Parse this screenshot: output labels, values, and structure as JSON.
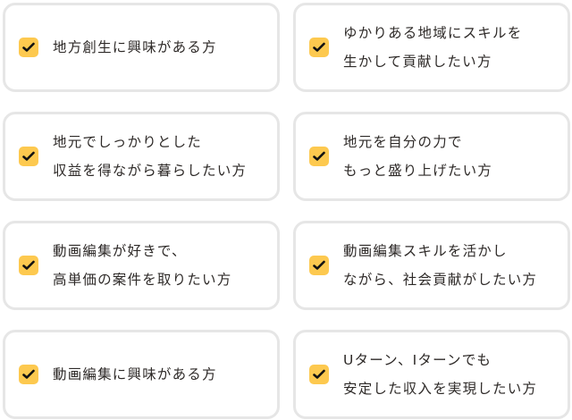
{
  "accent_color": "#fdc94f",
  "items": [
    {
      "lines": [
        "地方創生に興味がある方"
      ],
      "checked": true
    },
    {
      "lines": [
        "ゆかりある地域にスキルを",
        "生かして貢献したい方"
      ],
      "checked": true
    },
    {
      "lines": [
        "地元でしっかりとした",
        "収益を得ながら暮らしたい方"
      ],
      "checked": true
    },
    {
      "lines": [
        "地元を自分の力で",
        "もっと盛り上げたい方"
      ],
      "checked": true
    },
    {
      "lines": [
        "動画編集が好きで、",
        "高単価の案件を取りたい方"
      ],
      "checked": true
    },
    {
      "lines": [
        "動画編集スキルを活かし",
        "ながら、社会貢献がしたい方"
      ],
      "checked": true
    },
    {
      "lines": [
        "動画編集に興味がある方"
      ],
      "checked": true
    },
    {
      "lines": [
        "Uターン、Iターンでも",
        "安定した収入を実現したい方"
      ],
      "checked": true
    }
  ]
}
